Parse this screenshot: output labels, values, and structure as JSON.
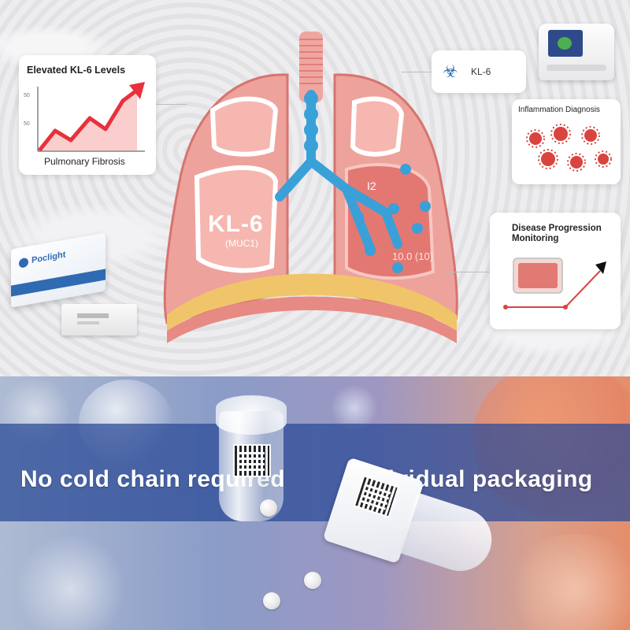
{
  "chart_card": {
    "title": "Elevated KL-6 Levels",
    "tick_upper": "50",
    "tick_lower": "50",
    "caption": "Pulmonary Fibrosis"
  },
  "lung": {
    "main_label": "KL-6",
    "sub_label": "(MUC1)",
    "right_label_top": "I2",
    "right_label_bottom": "10.0 (10)"
  },
  "kit": {
    "brand": "Poclight"
  },
  "analyzer_card": {
    "label": "KL-6"
  },
  "inflammation_card": {
    "title": "Inflammation Diagnosis"
  },
  "progression_card": {
    "title": "Disease Progression Monitoring"
  },
  "banner": {
    "left_text": "No cold chain required",
    "right_text": "Individual packaging"
  },
  "colors": {
    "accent_red": "#e8313a",
    "lung_pink": "#e8958f",
    "airway_blue": "#3aa0d8",
    "band_blue": "#284896"
  }
}
